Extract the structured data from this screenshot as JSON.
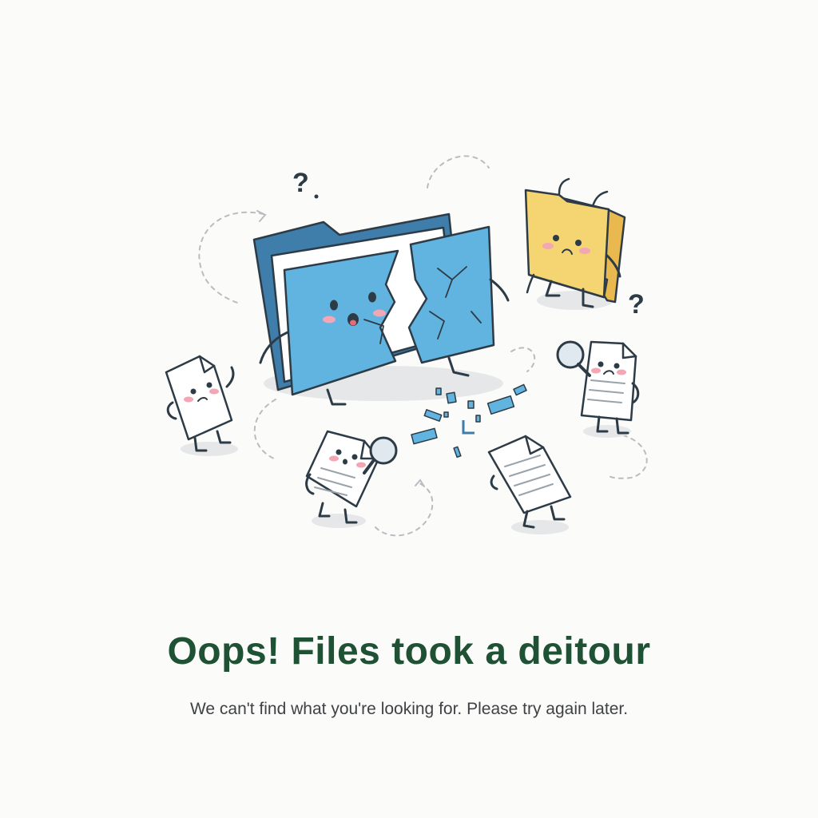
{
  "error_state": {
    "headline": "Oops! Files took a deitour",
    "message": "We can't find what you're looking for. Please try again later."
  },
  "illustration": {
    "question_marks": [
      "?",
      "?"
    ],
    "characters": [
      "broken-folder-character",
      "yellow-folder-character",
      "waving-document-character",
      "searching-document-character-left",
      "searching-document-character-right",
      "reading-document-character"
    ]
  },
  "colors": {
    "headline": "#1f5134",
    "message": "#3f4145",
    "folder_blue": "#62b4e0",
    "folder_back": "#3f7daa",
    "folder_yellow": "#f5d472",
    "outline": "#2d3b46",
    "cheek": "#f3a6b4",
    "background": "#fbfbfa"
  }
}
